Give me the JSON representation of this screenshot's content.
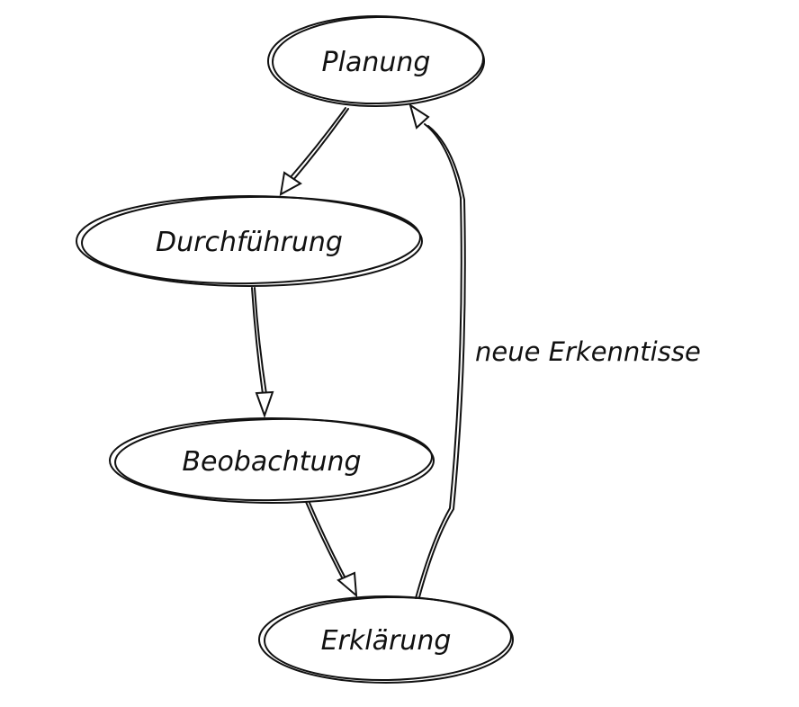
{
  "nodes": [
    {
      "id": "planung",
      "label": "Planung"
    },
    {
      "id": "durchfuehrung",
      "label": "Durchführung"
    },
    {
      "id": "beobachtung",
      "label": "Beobachtung"
    },
    {
      "id": "erklaerung",
      "label": "Erklärung"
    }
  ],
  "edges": [
    {
      "from": "planung",
      "to": "durchfuehrung",
      "label": ""
    },
    {
      "from": "durchfuehrung",
      "to": "beobachtung",
      "label": ""
    },
    {
      "from": "beobachtung",
      "to": "erklaerung",
      "label": ""
    },
    {
      "from": "erklaerung",
      "to": "planung",
      "label": "neue Erkenntisse"
    }
  ]
}
